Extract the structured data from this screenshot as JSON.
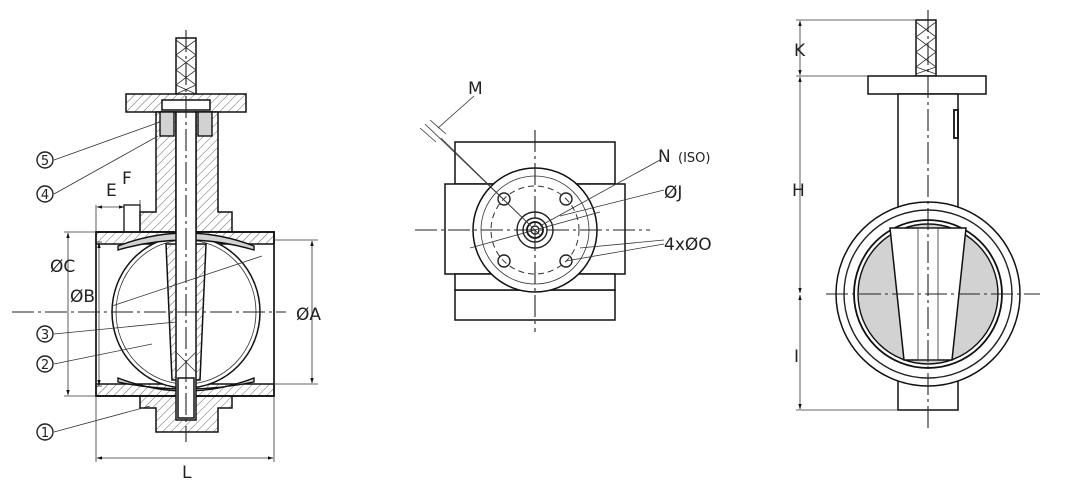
{
  "labels": {
    "E": "E",
    "F": "F",
    "C": "ØC",
    "B": "ØB",
    "A": "ØA",
    "L": "L",
    "M": "M",
    "N": "N",
    "N_iso": "(ISO)",
    "J": "ØJ",
    "O": "4xØO",
    "K": "K",
    "H": "H",
    "I": "I"
  },
  "parts": [
    "1",
    "2",
    "3",
    "4",
    "5"
  ]
}
